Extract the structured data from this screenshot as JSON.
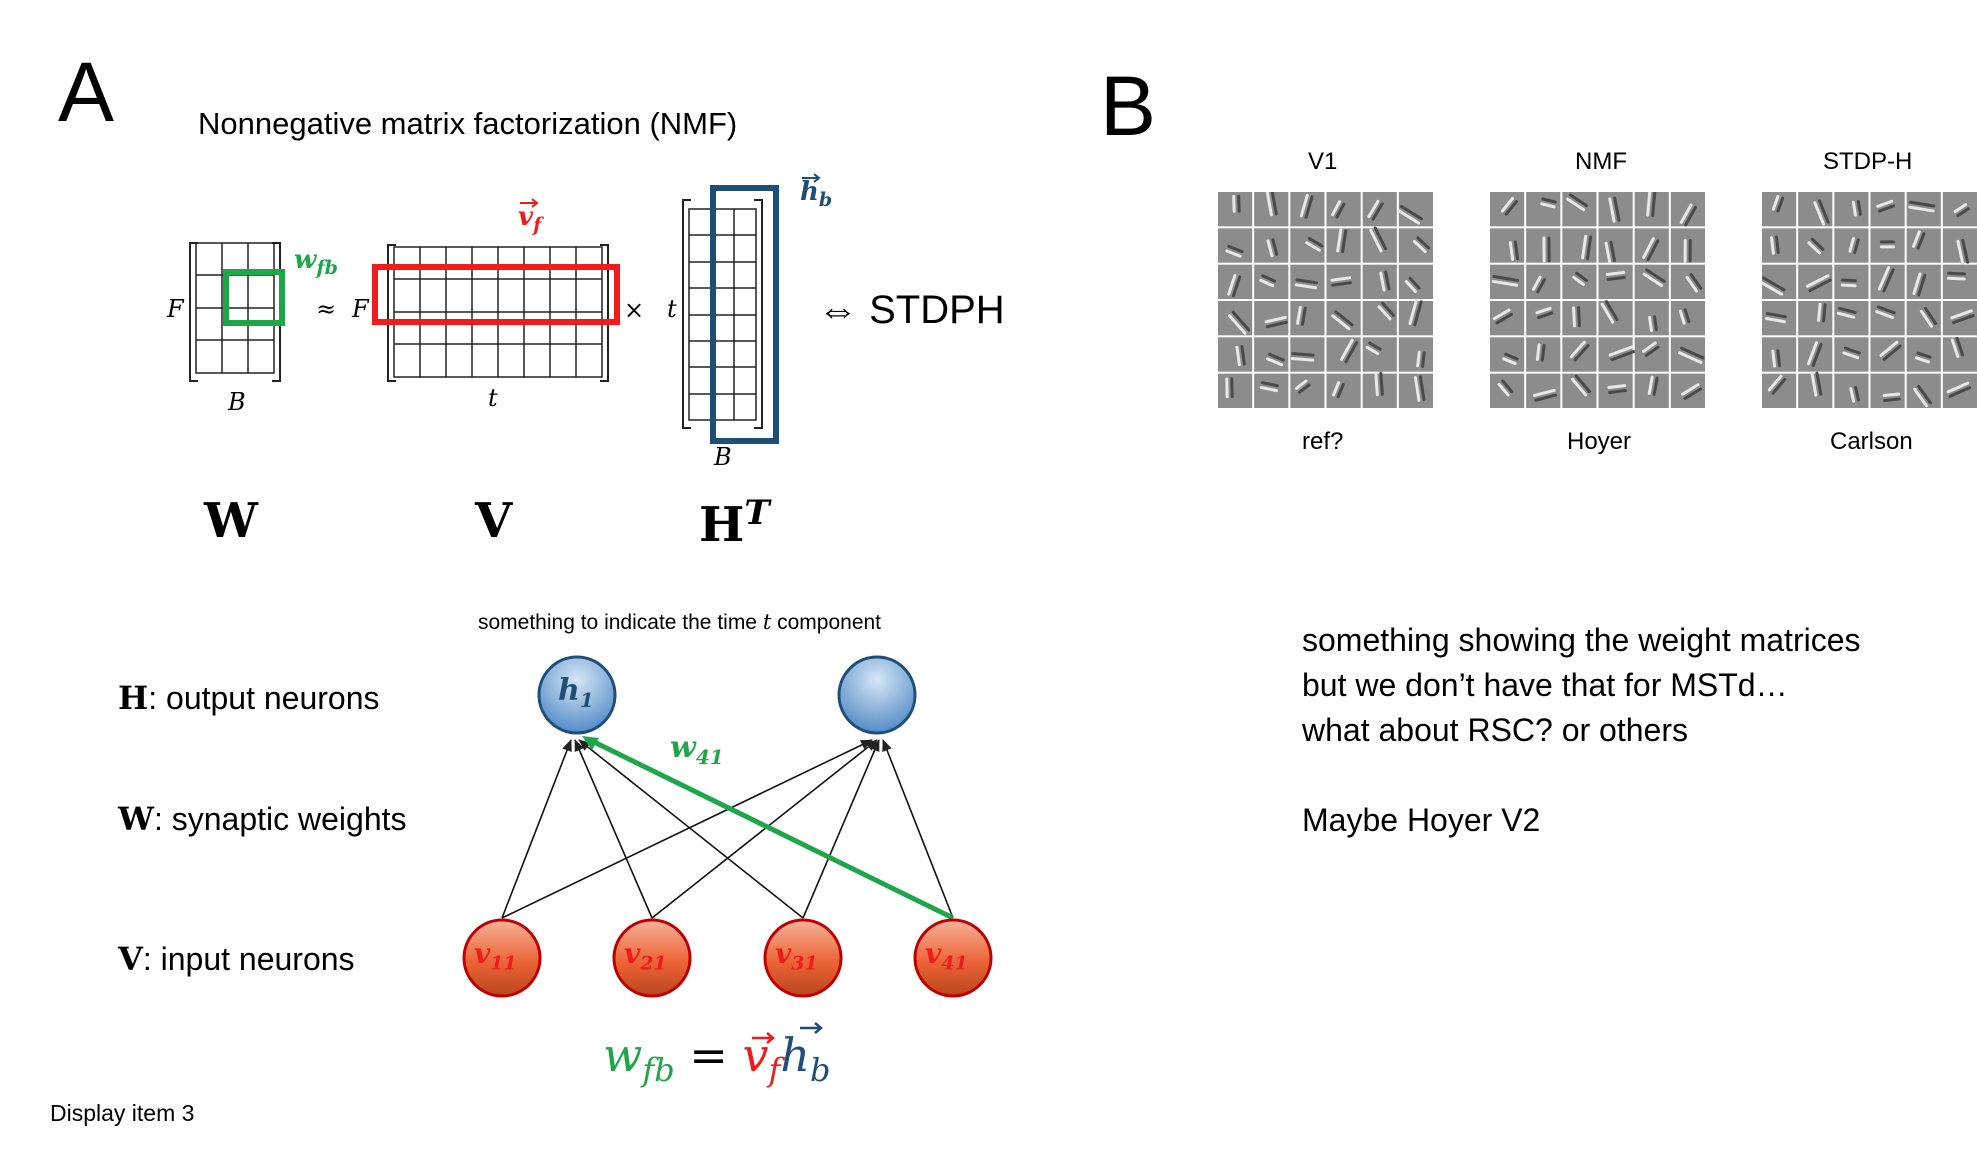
{
  "panel_a": {
    "letter": "A",
    "title": "Nonnegative matrix factorization (NMF)",
    "equivalence": "⇔ STDPH",
    "matrix_w": {
      "name": "W",
      "row_label": "F",
      "col_label": "B",
      "element_label": "w",
      "element_subscript": "fb"
    },
    "approx_symbol": "≈",
    "matrix_v": {
      "name": "V",
      "row_label": "F",
      "col_label": "t",
      "row_vector_label": "v",
      "row_vector_subscript": "f"
    },
    "times_symbol": "×",
    "matrix_h": {
      "name": "H",
      "superscript": "T",
      "row_label": "t",
      "col_label": "B",
      "col_vector_label": "h",
      "col_vector_subscript": "b"
    },
    "network": {
      "note_prefix": "something to indicate the time ",
      "note_var": "t",
      "note_suffix": " component",
      "legend": [
        {
          "symbol": "H",
          "text": ": output neurons"
        },
        {
          "symbol": "W",
          "text": ": synaptic weights"
        },
        {
          "symbol": "V",
          "text": ": input neurons"
        }
      ],
      "output_neurons": [
        {
          "label": "h",
          "subscript": "1"
        },
        {
          "label": "",
          "subscript": ""
        }
      ],
      "input_neurons": [
        {
          "label": "v",
          "subscript": "11"
        },
        {
          "label": "v",
          "subscript": "21"
        },
        {
          "label": "v",
          "subscript": "31"
        },
        {
          "label": "v",
          "subscript": "41"
        }
      ],
      "highlight_weight": {
        "label": "w",
        "subscript": "41"
      }
    },
    "equation": {
      "lhs": "w",
      "lhs_sub": "fb",
      "equals": "=",
      "v": "v",
      "v_sub": "f",
      "h": "h",
      "h_sub": "b"
    }
  },
  "panel_b": {
    "letter": "B",
    "thumbnails": [
      {
        "title": "V1",
        "caption": "ref?"
      },
      {
        "title": "NMF",
        "caption": "Hoyer"
      },
      {
        "title": "STDP-H",
        "caption": "Carlson"
      }
    ],
    "notes": [
      "something showing the weight matrices",
      "but we don’t have that for MSTd…",
      "what about RSC? or others",
      "",
      "Maybe Hoyer V2"
    ]
  },
  "footer": "Display item 3",
  "colors": {
    "green": "#1fa64a",
    "red": "#ee1c1c",
    "blue": "#1f4e79",
    "output_neuron": "#5b9bd5",
    "input_neuron": "#e8582a"
  }
}
